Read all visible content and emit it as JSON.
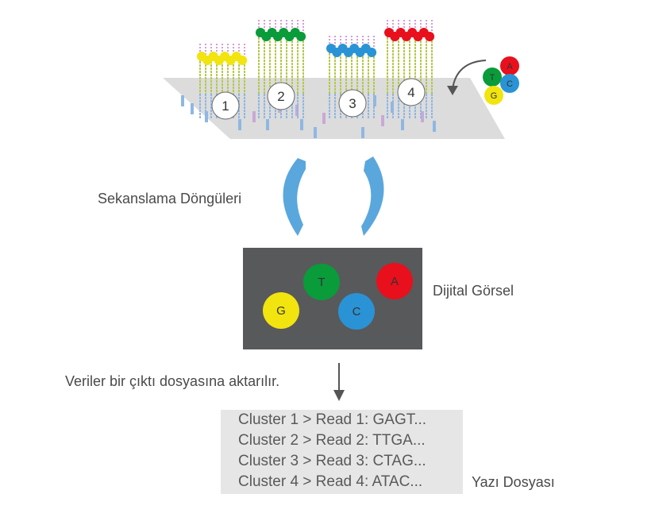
{
  "flowcell": {
    "cluster_numbers": [
      "1",
      "2",
      "3",
      "4"
    ],
    "legend_bases": [
      "T",
      "A",
      "G",
      "C"
    ]
  },
  "labels": {
    "cycles": "Sekanslama Döngüleri",
    "digital_image": "Dijital Görsel",
    "export": "Veriler bir çıktı dosyasına aktarılır.",
    "text_file": "Yazı Dosyası"
  },
  "digital_image": {
    "bases": [
      "T",
      "A",
      "G",
      "C"
    ]
  },
  "text_file": {
    "lines": [
      "Cluster 1 > Read 1: GAGT...",
      "Cluster 2 > Read 2: TTGA...",
      "Cluster 3 > Read 3: CTAG...",
      "Cluster 4 > Read 4: ATAC..."
    ]
  },
  "colors": {
    "T": "#0a9b3a",
    "A": "#e8101c",
    "G": "#f2e40f",
    "C": "#2a93d5",
    "arrow": "#5aa7dd",
    "panel": "#58595b",
    "text_file_bg": "#e6e6e6"
  }
}
